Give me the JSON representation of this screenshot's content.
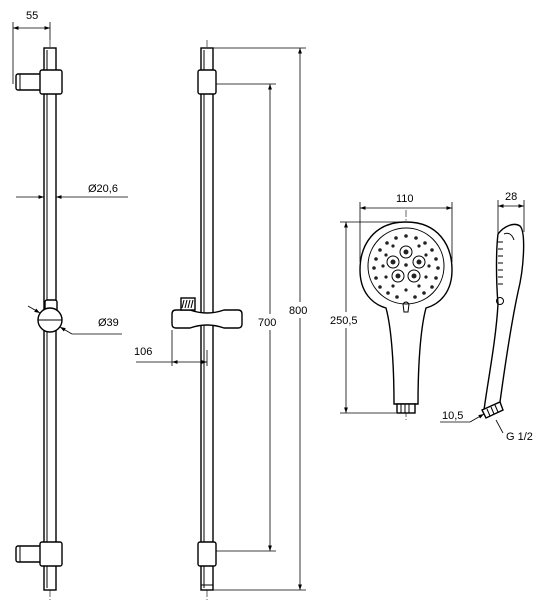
{
  "dimensions": {
    "bar_offset": "55",
    "bar_diameter": "Ø20,6",
    "knob_diameter": "Ø39",
    "slider_projection": "106",
    "fixing_distance": "700",
    "bar_length": "800",
    "head_width": "110",
    "head_length": "250,5",
    "head_depth": "28",
    "connector_length": "10,5",
    "thread": "G 1/2"
  },
  "colors": {
    "line": "#000000",
    "background": "#ffffff"
  }
}
